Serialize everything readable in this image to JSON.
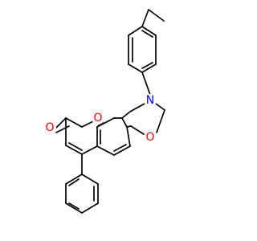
{
  "structure": {
    "atoms": {
      "ring_nitrogen": {
        "symbol": "N",
        "color": "#0000ff"
      },
      "ring_oxygen": {
        "symbol": "O",
        "color": "#ff0000"
      },
      "lactone_oxygen": {
        "symbol": "O",
        "color": "#ff0000"
      },
      "carbonyl_oxygen": {
        "symbol": "O",
        "color": "#ff0000"
      }
    },
    "bond_color": "#000000",
    "background": "#ffffff"
  }
}
